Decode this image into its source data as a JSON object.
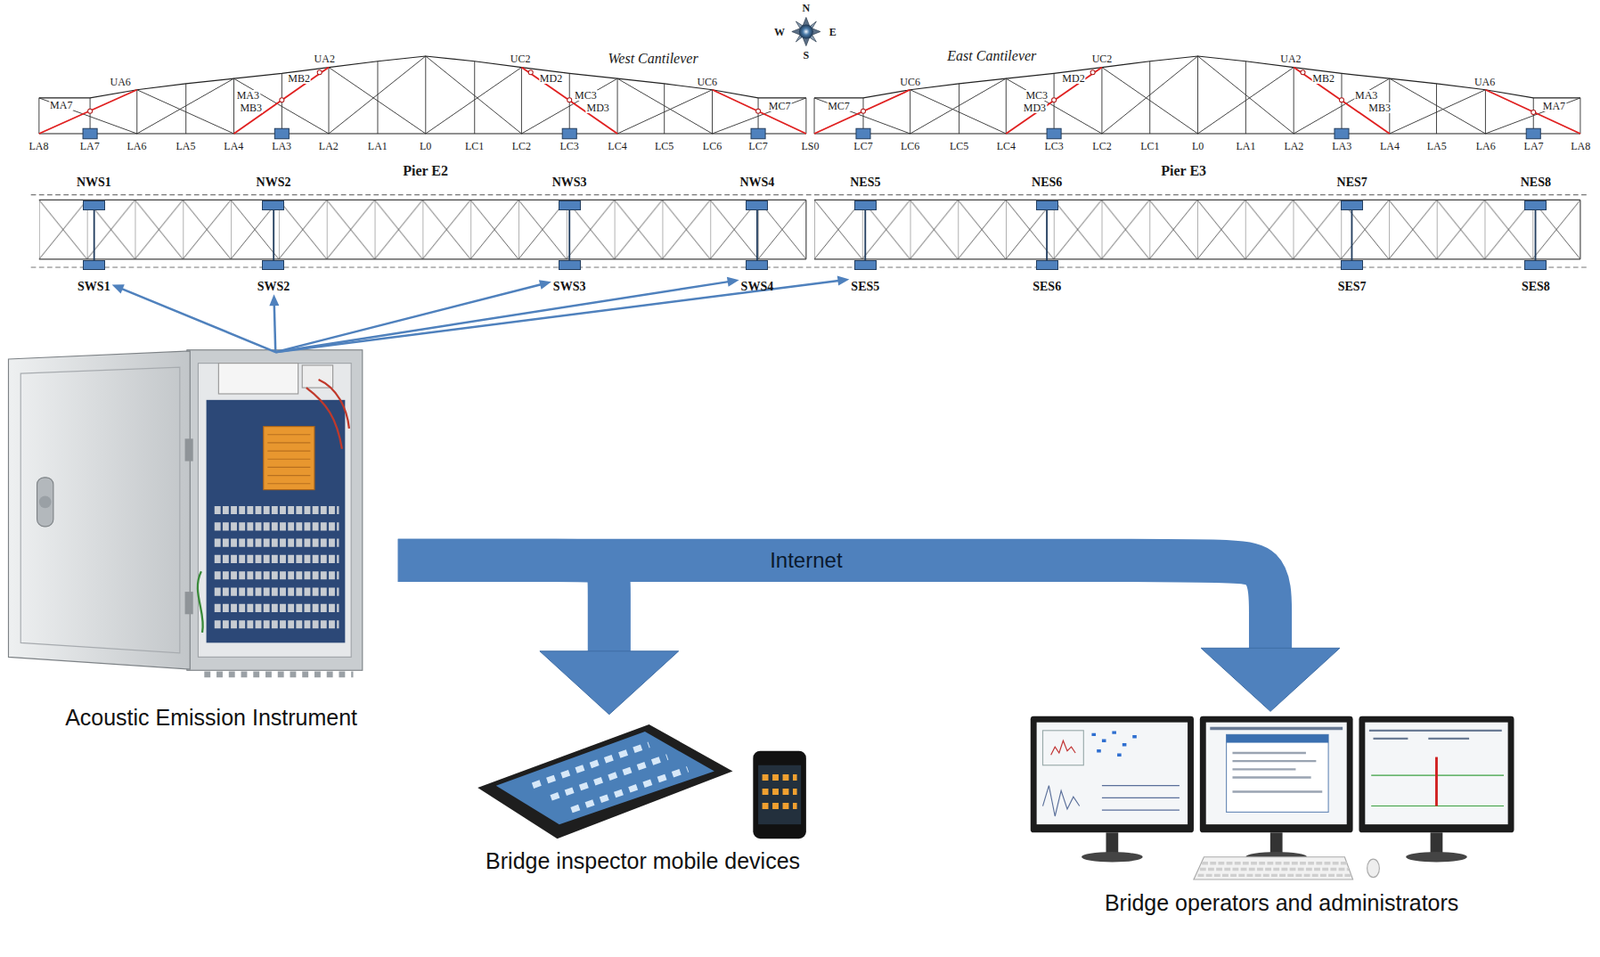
{
  "diagram": {
    "nodes": [
      {
        "text": [
          "NWS1"
        ]
      },
      {
        "text": [
          "NWS2"
        ]
      },
      {
        "text": [
          "NWS3"
        ]
      },
      {
        "text": [
          "NWS4"
        ]
      },
      {
        "text": [
          "NES5"
        ]
      },
      {
        "text": [
          "NES6"
        ]
      },
      {
        "text": [
          "NES7"
        ]
      },
      {
        "text": [
          "NES8"
        ]
      },
      {
        "text": [
          "SWS1"
        ]
      },
      {
        "text": [
          "SWS2"
        ]
      },
      {
        "text": [
          "SWS3"
        ]
      },
      {
        "text": [
          "SWS4"
        ]
      },
      {
        "text": [
          "SES5"
        ]
      },
      {
        "text": [
          "SES6"
        ]
      },
      {
        "text": [
          "SES7"
        ]
      },
      {
        "text": [
          "SES8"
        ]
      },
      {
        "text": [
          "Acoustic Emission Instrument"
        ]
      },
      {
        "text": [
          "Bridge inspector mobile devices"
        ]
      },
      {
        "text": [
          "Bridge operators and administrators"
        ]
      }
    ],
    "edges": [
      {
        "from": 16,
        "to": 8,
        "arrow": "to"
      },
      {
        "from": 16,
        "to": 9,
        "arrow": "to"
      },
      {
        "from": 16,
        "to": 10,
        "arrow": "to"
      },
      {
        "from": 16,
        "to": 11,
        "arrow": "to"
      },
      {
        "from": 16,
        "to": 12,
        "arrow": "to"
      },
      {
        "from": 16,
        "to": 17,
        "arrow": "to"
      },
      {
        "from": 16,
        "to": 18,
        "label": "Internet",
        "arrow": "to"
      }
    ],
    "labels": [
      "West Cantilever",
      "East Cantilever",
      "N",
      "W",
      "E",
      "S",
      "UA2",
      "UC2",
      "UA6",
      "UC6",
      "MB2",
      "MD2",
      "MA7",
      "MA3",
      "MB3",
      "MC3",
      "MD3",
      "MC7",
      "UC2",
      "UA2",
      "UC6",
      "UA6",
      "MD2",
      "MB2",
      "MC7",
      "MC3",
      "MD3",
      "MA3",
      "MB3",
      "MA7",
      "LA8",
      "LA7",
      "LA6",
      "LA5",
      "LA4",
      "LA3",
      "LA2",
      "LA1",
      "L0",
      "LC1",
      "LC2",
      "LC3",
      "LC4",
      "LC5",
      "LC6",
      "LC7",
      "LS0",
      "LC7",
      "LC6",
      "LC5",
      "LC4",
      "LC3",
      "LC2",
      "LC1",
      "L0",
      "LA1",
      "LA2",
      "LA3",
      "LA4",
      "LA5",
      "LA6",
      "LA7",
      "LA8",
      "Pier E2",
      "Pier E3"
    ]
  }
}
